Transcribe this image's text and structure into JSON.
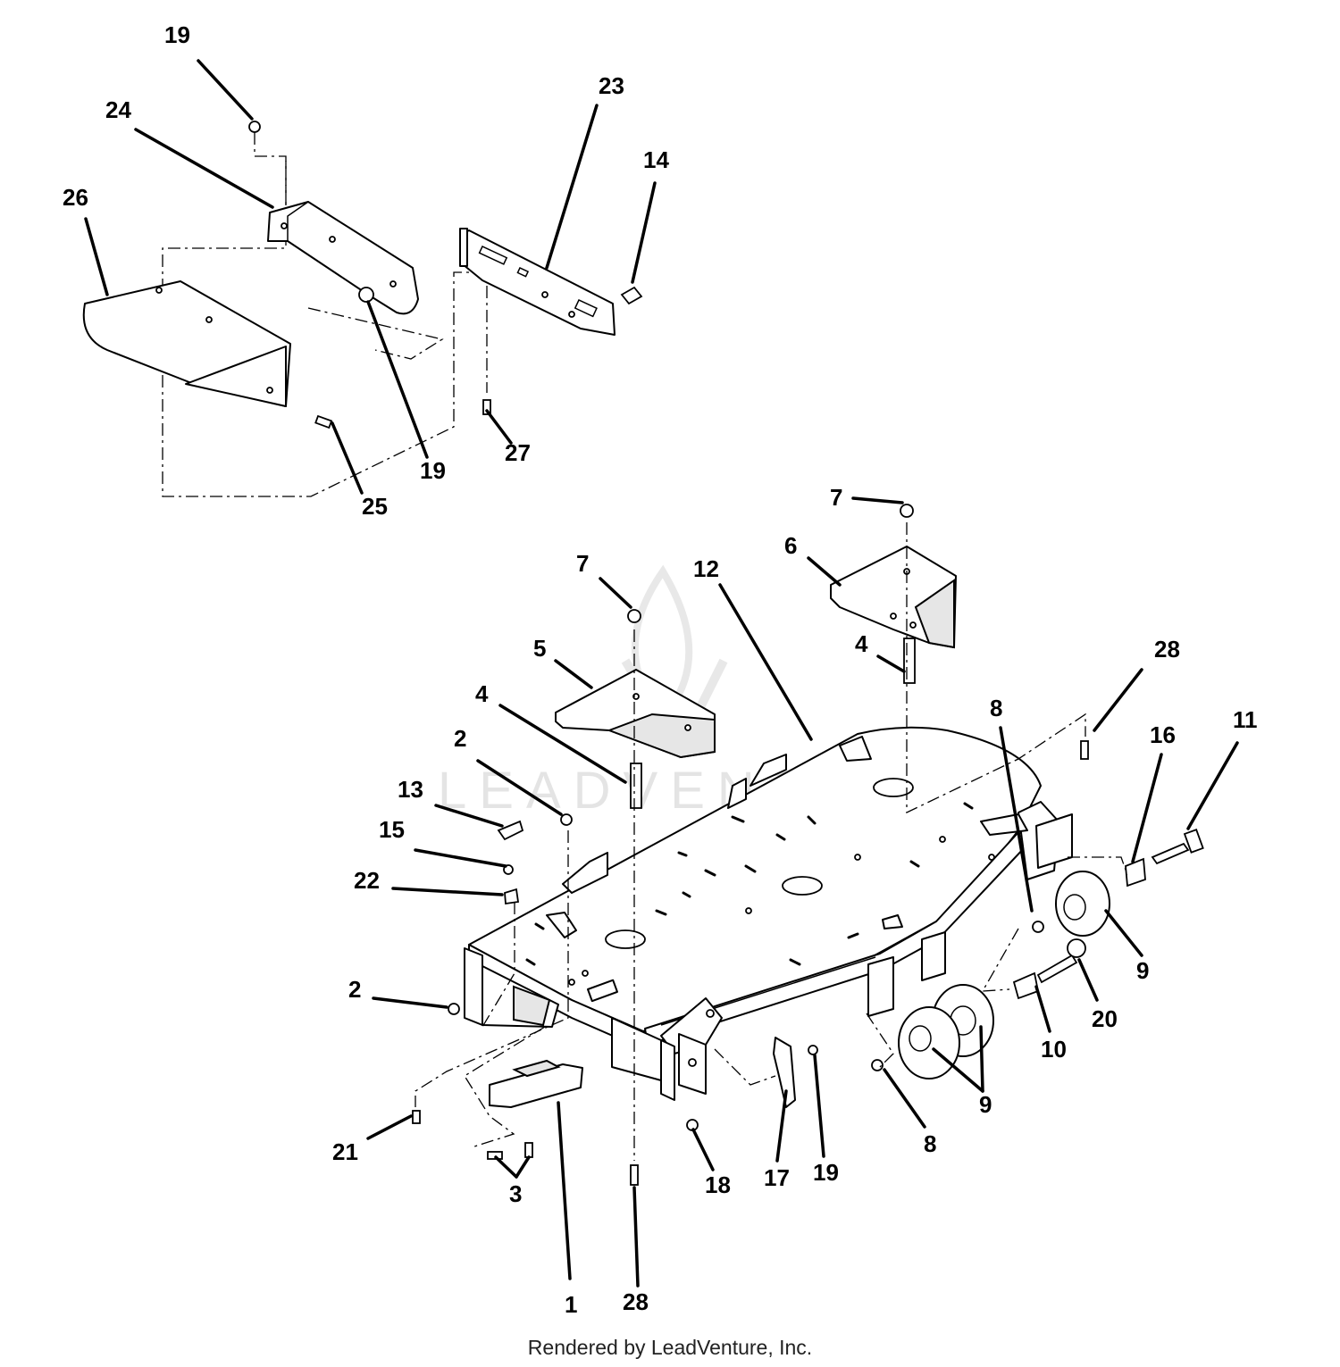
{
  "watermark": "LEADVENTURE",
  "footer": "Rendered by LeadVenture, Inc.",
  "callouts": [
    {
      "id": "c19a",
      "text": "19"
    },
    {
      "id": "c24",
      "text": "24"
    },
    {
      "id": "c26",
      "text": "26"
    },
    {
      "id": "c23",
      "text": "23"
    },
    {
      "id": "c14",
      "text": "14"
    },
    {
      "id": "c19b",
      "text": "19"
    },
    {
      "id": "c27",
      "text": "27"
    },
    {
      "id": "c25",
      "text": "25"
    },
    {
      "id": "c7a",
      "text": "7"
    },
    {
      "id": "c6",
      "text": "6"
    },
    {
      "id": "c7b",
      "text": "7"
    },
    {
      "id": "c12",
      "text": "12"
    },
    {
      "id": "c4a",
      "text": "4"
    },
    {
      "id": "c5",
      "text": "5"
    },
    {
      "id": "c28a",
      "text": "28"
    },
    {
      "id": "c4b",
      "text": "4"
    },
    {
      "id": "c8a",
      "text": "8"
    },
    {
      "id": "c2a",
      "text": "2"
    },
    {
      "id": "c16",
      "text": "16"
    },
    {
      "id": "c11",
      "text": "11"
    },
    {
      "id": "c13",
      "text": "13"
    },
    {
      "id": "c15",
      "text": "15"
    },
    {
      "id": "c22",
      "text": "22"
    },
    {
      "id": "c9a",
      "text": "9"
    },
    {
      "id": "c2b",
      "text": "2"
    },
    {
      "id": "c20",
      "text": "20"
    },
    {
      "id": "c10",
      "text": "10"
    },
    {
      "id": "c9b",
      "text": "9"
    },
    {
      "id": "c21",
      "text": "21"
    },
    {
      "id": "c8b",
      "text": "8"
    },
    {
      "id": "c3",
      "text": "3"
    },
    {
      "id": "c18",
      "text": "18"
    },
    {
      "id": "c17",
      "text": "17"
    },
    {
      "id": "c19c",
      "text": "19"
    },
    {
      "id": "c1",
      "text": "1"
    },
    {
      "id": "c28b",
      "text": "28"
    }
  ]
}
